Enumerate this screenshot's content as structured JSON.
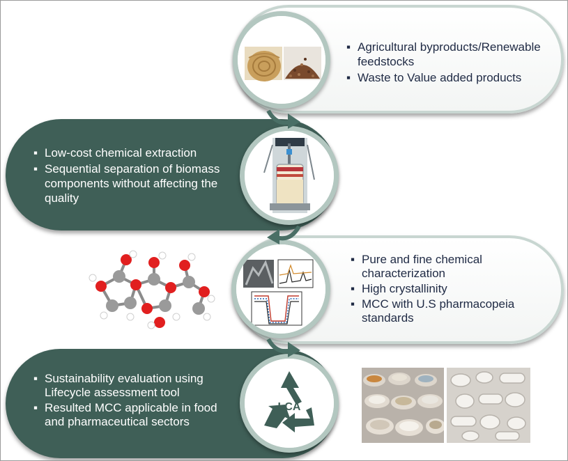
{
  "stages": [
    {
      "items": [
        "Agricultural byproducts/Renewable feedstocks",
        "Waste to Value added products"
      ]
    },
    {
      "items": [
        "Low-cost chemical extraction",
        "Sequential separation of biomass components without affecting the quality"
      ]
    },
    {
      "items": [
        "Pure and fine chemical characterization",
        "High crystallinity",
        "MCC with U.S pharmacopeia standards"
      ]
    },
    {
      "items": [
        "Sustainability evaluation using Lifecycle assessment tool",
        "Resulted MCC applicable in food and pharmaceutical sectors"
      ]
    }
  ],
  "lca_label": "LCA",
  "colors": {
    "dark": "#3f5f57",
    "light_border": "#c8d6d1",
    "ring": "#b3c7c0",
    "text_dark": "#1f2a44"
  },
  "icons": [
    "recycle-icon",
    "molecule-icon",
    "reactor-icon",
    "straw-bale-icon",
    "grain-pile-icon",
    "spectra-chart-icon",
    "pills-icon",
    "powder-bowls-icon"
  ]
}
